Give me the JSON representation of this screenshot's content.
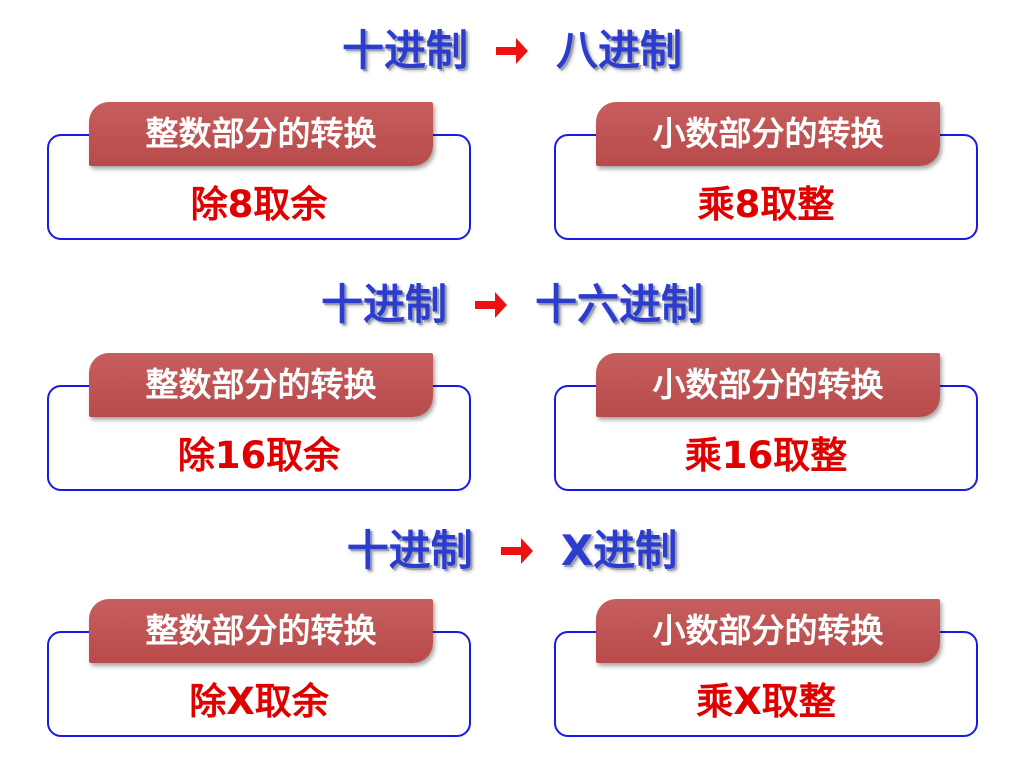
{
  "colors": {
    "heading": "#2b3ccf",
    "arrow": "#ee1111",
    "label_bg": "#c05555",
    "rule_text": "#e00000",
    "box_border": "#1a1ae6"
  },
  "sections": [
    {
      "from": "十进制",
      "arrow_icon": "arrow-right-icon",
      "to": "八进制",
      "integer": {
        "label": "整数部分的转换",
        "rule": "除8取余"
      },
      "fraction": {
        "label": "小数部分的转换",
        "rule": "乘8取整"
      }
    },
    {
      "from": "十进制",
      "arrow_icon": "arrow-right-icon",
      "to": "十六进制",
      "integer": {
        "label": "整数部分的转换",
        "rule": "除16取余"
      },
      "fraction": {
        "label": "小数部分的转换",
        "rule": "乘16取整"
      }
    },
    {
      "from": "十进制",
      "arrow_icon": "arrow-right-icon",
      "to": "X进制",
      "integer": {
        "label": "整数部分的转换",
        "rule": "除X取余"
      },
      "fraction": {
        "label": "小数部分的转换",
        "rule": "乘X取整"
      }
    }
  ]
}
